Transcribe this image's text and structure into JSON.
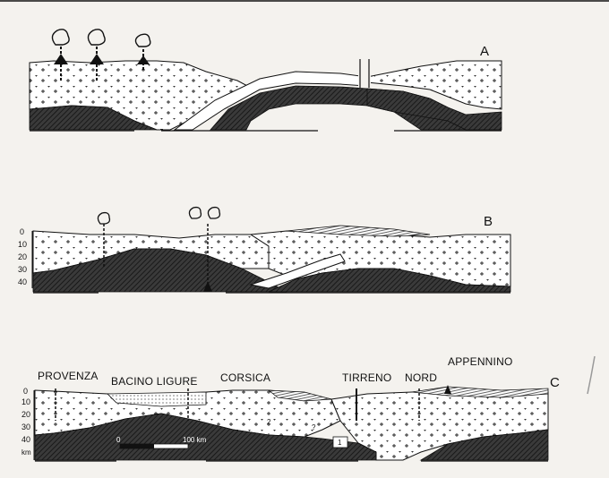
{
  "panels": {
    "a": {
      "letter": "A"
    },
    "b": {
      "letter": "B",
      "depth_ticks": [
        "0",
        "10",
        "20",
        "30",
        "40"
      ]
    },
    "c": {
      "letter": "C",
      "depth_ticks": [
        "0",
        "10",
        "20",
        "30",
        "40"
      ],
      "depth_unit": "km",
      "regions": [
        "PROVENZA",
        "BACINO LIGURE",
        "CORSICA",
        "TIRRENO",
        "NORD",
        "APPENNINO"
      ],
      "scale_bar": {
        "start": "0",
        "end": "100 km"
      },
      "unit_labels": [
        "1",
        "2",
        "?"
      ]
    }
  },
  "colors": {
    "background": "#f4f2ee",
    "ink": "#111111",
    "crust_fill": "#ffffff",
    "mantle_fill": "#444444"
  }
}
